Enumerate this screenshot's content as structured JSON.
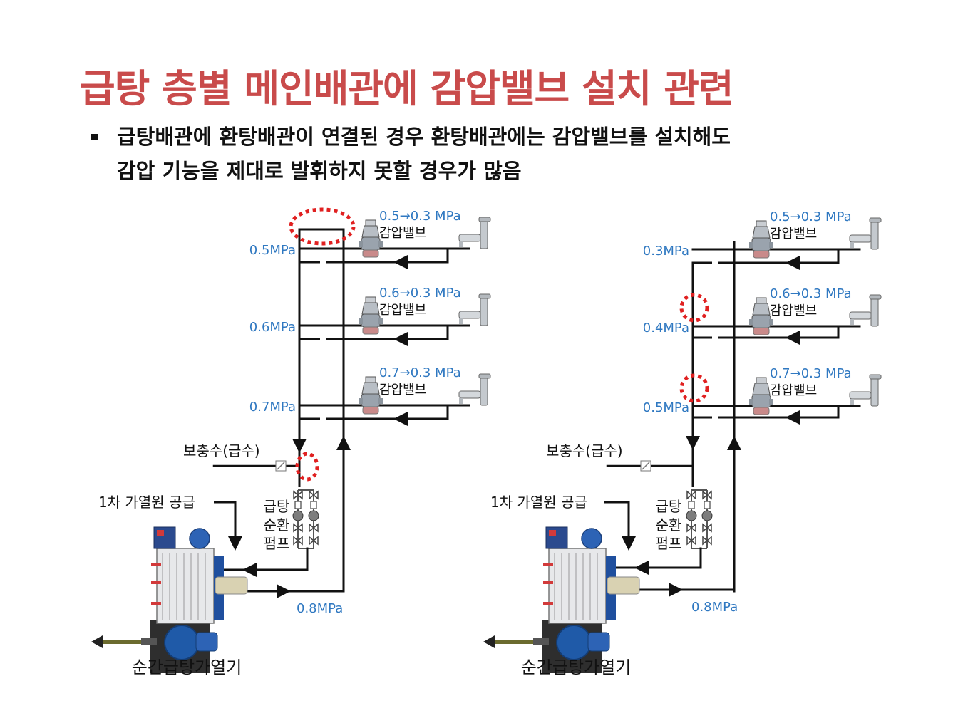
{
  "title": "급탕 층별 메인배관에 감압밸브 설치 관련",
  "bullet": {
    "line1": "급탕배관에 환탕배관이 연결된 경우 환탕배관에는 감압밸브를 설치해도",
    "line2": "감압 기능을 제대로 발휘하지 못할 경우가 많음"
  },
  "colors": {
    "title": "#c94b4b",
    "pressure": "#2f78c1",
    "highlight": "#e02020",
    "pipe": "#111111"
  },
  "left": {
    "pressures": [
      "0.5MPa",
      "0.6MPa",
      "0.7MPa"
    ],
    "bottom_pressure": "0.8MPa",
    "valves": [
      {
        "label": "0.5→0.3 MPa",
        "name": "감압밸브"
      },
      {
        "label": "0.6→0.3 MPa",
        "name": "감압밸브"
      },
      {
        "label": "0.7→0.3 MPa",
        "name": "감압밸브"
      }
    ],
    "makeup_water": "보충수(급수)",
    "primary_supply": "1차 가열원 공급",
    "pump_label": [
      "급탕",
      "순환",
      "펌프"
    ],
    "heater": "순간급탕가열기"
  },
  "right": {
    "pressures": [
      "0.3MPa",
      "0.4MPa",
      "0.5MPa"
    ],
    "bottom_pressure": "0.8MPa",
    "valves": [
      {
        "label": "0.5→0.3 MPa",
        "name": "감압밸브"
      },
      {
        "label": "0.6→0.3 MPa",
        "name": "감압밸브"
      },
      {
        "label": "0.7→0.3 MPa",
        "name": "감압밸브"
      }
    ],
    "makeup_water": "보충수(급수)",
    "primary_supply": "1차 가열원 공급",
    "pump_label": [
      "급탕",
      "순환",
      "펌프"
    ],
    "heater": "순간급탕가열기"
  }
}
